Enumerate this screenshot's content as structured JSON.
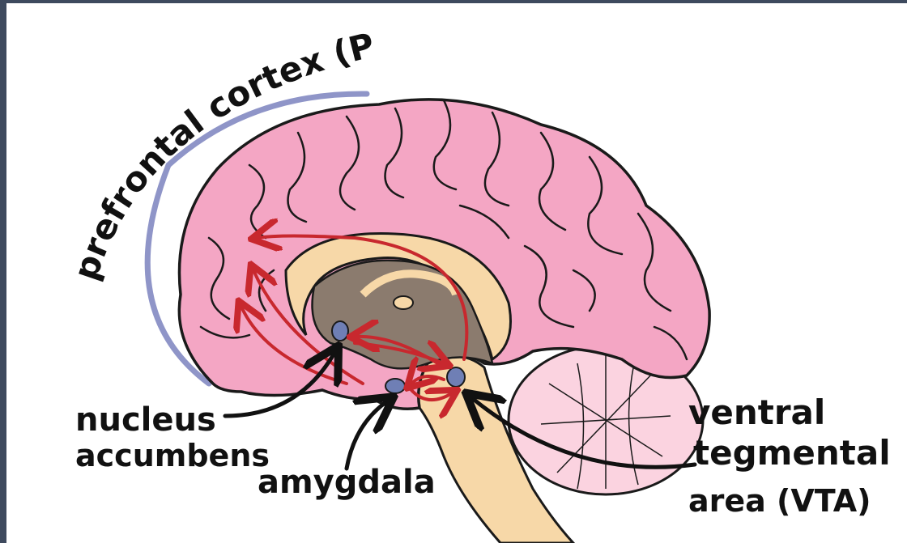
{
  "diagram": {
    "labels": {
      "pfc": "prefrontal cortex (PFC)",
      "nucleus_line1": "nucleus",
      "nucleus_line2": "accumbens",
      "amygdala": "amygdala",
      "vta_line1": "ventral",
      "vta_line2": "tegmental",
      "vta_line3": "area (VTA)"
    },
    "colors": {
      "background": "#ffffff",
      "border": "#3e4a5e",
      "cortex": "#f4a6c4",
      "cortex_outline": "#1a1a1a",
      "corpus_callosum": "#f7d8a8",
      "ventricle": "#8b7b6e",
      "brainstem": "#f7d8a8",
      "cerebellum": "#fbd3e0",
      "pfc_arc": "#8f95c8",
      "pathway_arrows": "#c8282e",
      "nuclei": "#6f7fb5",
      "pointer_arrows": "#111111"
    }
  }
}
